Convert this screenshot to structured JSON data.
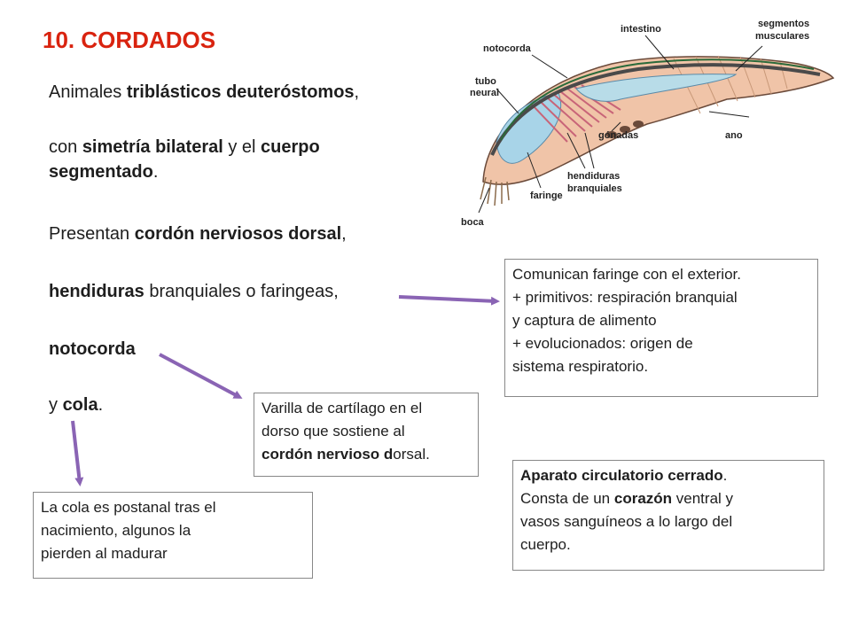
{
  "slide": {
    "title": "10. CORDADOS"
  },
  "main_text": {
    "line1": {
      "pre": "Animales ",
      "bold": "triblásticos deuteróstomos",
      "post": ","
    },
    "line2": {
      "pre": "con ",
      "bold1": "simetría bilateral",
      "mid": " y el ",
      "bold2": "cuerpo",
      "bold3": "segmentado",
      "post": "."
    },
    "line3": {
      "pre": "Presentan ",
      "bold": "cordón nerviosos dorsal",
      "post": ","
    },
    "line4": {
      "bold": "hendiduras",
      "post": " branquiales o faringeas,"
    },
    "line5": {
      "bold": "notocorda"
    },
    "line6": {
      "pre": "y ",
      "bold": "cola",
      "post": "."
    }
  },
  "boxes": {
    "pharynx": {
      "lines": [
        "Comunican faringe con el exterior.",
        "+ primitivos: respiración branquial",
        "y captura de alimento",
        "+ evolucionados: origen de",
        "sistema respiratorio."
      ]
    },
    "notochord": {
      "line1": "Varilla de cartílago en el",
      "line2": "dorso que sostiene al",
      "bold": "cordón nervioso d",
      "post": "orsal."
    },
    "tail": {
      "lines": [
        "La cola es postanal tras el",
        "nacimiento, algunos la",
        "pierden al madurar"
      ]
    },
    "circulatory": {
      "bold1": "Aparato circulatorio cerrado",
      "post1": ".",
      "pre2": "Consta de un ",
      "bold2": "corazón",
      "post2": " ventral y",
      "line3": "vasos sanguíneos a lo largo del",
      "line4": "cuerpo."
    }
  },
  "diagram": {
    "labels": {
      "intestino": "intestino",
      "segmentos1": "segmentos",
      "segmentos2": "musculares",
      "notocorda": "notocorda",
      "tubo1": "tubo",
      "tubo2": "neural",
      "gonadas": "gónadas",
      "ano": "ano",
      "hendiduras1": "hendiduras",
      "hendiduras2": "branquiales",
      "faringe": "faringe",
      "boca": "boca"
    }
  },
  "colors": {
    "title": "#d9230f",
    "arrow": "#8a64b4",
    "body_fill": "#f0c4a8",
    "notochord": "#4a4a4a",
    "gill_slits": "#c86478",
    "pharynx": "#a8d4e8"
  }
}
